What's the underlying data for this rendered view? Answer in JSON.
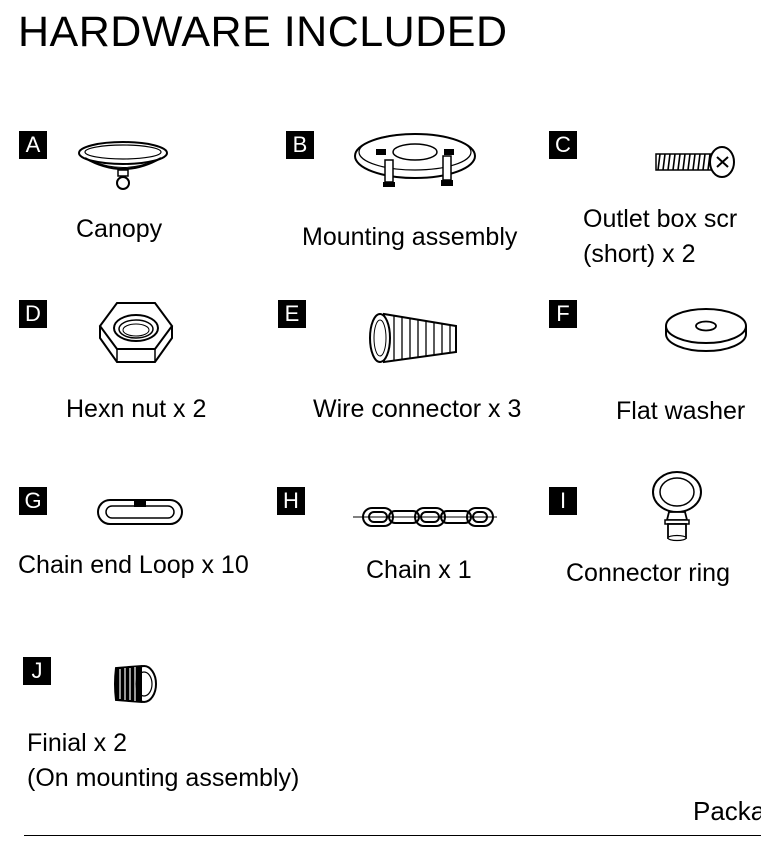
{
  "title": "HARDWARE INCLUDED",
  "items": [
    {
      "letter": "A",
      "label": "Canopy",
      "icon": "canopy-icon"
    },
    {
      "letter": "B",
      "label": "Mounting assembly",
      "icon": "mounting-plate-icon"
    },
    {
      "letter": "C",
      "label_line1": "Outlet box scr",
      "label_line2": "(short) x 2",
      "icon": "screw-icon"
    },
    {
      "letter": "D",
      "label": "Hexn nut x 2",
      "icon": "hex-nut-icon"
    },
    {
      "letter": "E",
      "label": "Wire connector x 3",
      "icon": "wire-connector-icon"
    },
    {
      "letter": "F",
      "label": "Flat washer",
      "icon": "flat-washer-icon"
    },
    {
      "letter": "G",
      "label": "Chain end Loop x 10",
      "icon": "chain-loop-icon"
    },
    {
      "letter": "H",
      "label": "Chain x 1",
      "icon": "chain-icon"
    },
    {
      "letter": "I",
      "label": "Connector ring",
      "icon": "connector-ring-icon"
    },
    {
      "letter": "J",
      "label_line1": "Finial  x 2",
      "label_line2": "(On mounting assembly)",
      "icon": "finial-icon"
    }
  ],
  "footer": "Packa"
}
